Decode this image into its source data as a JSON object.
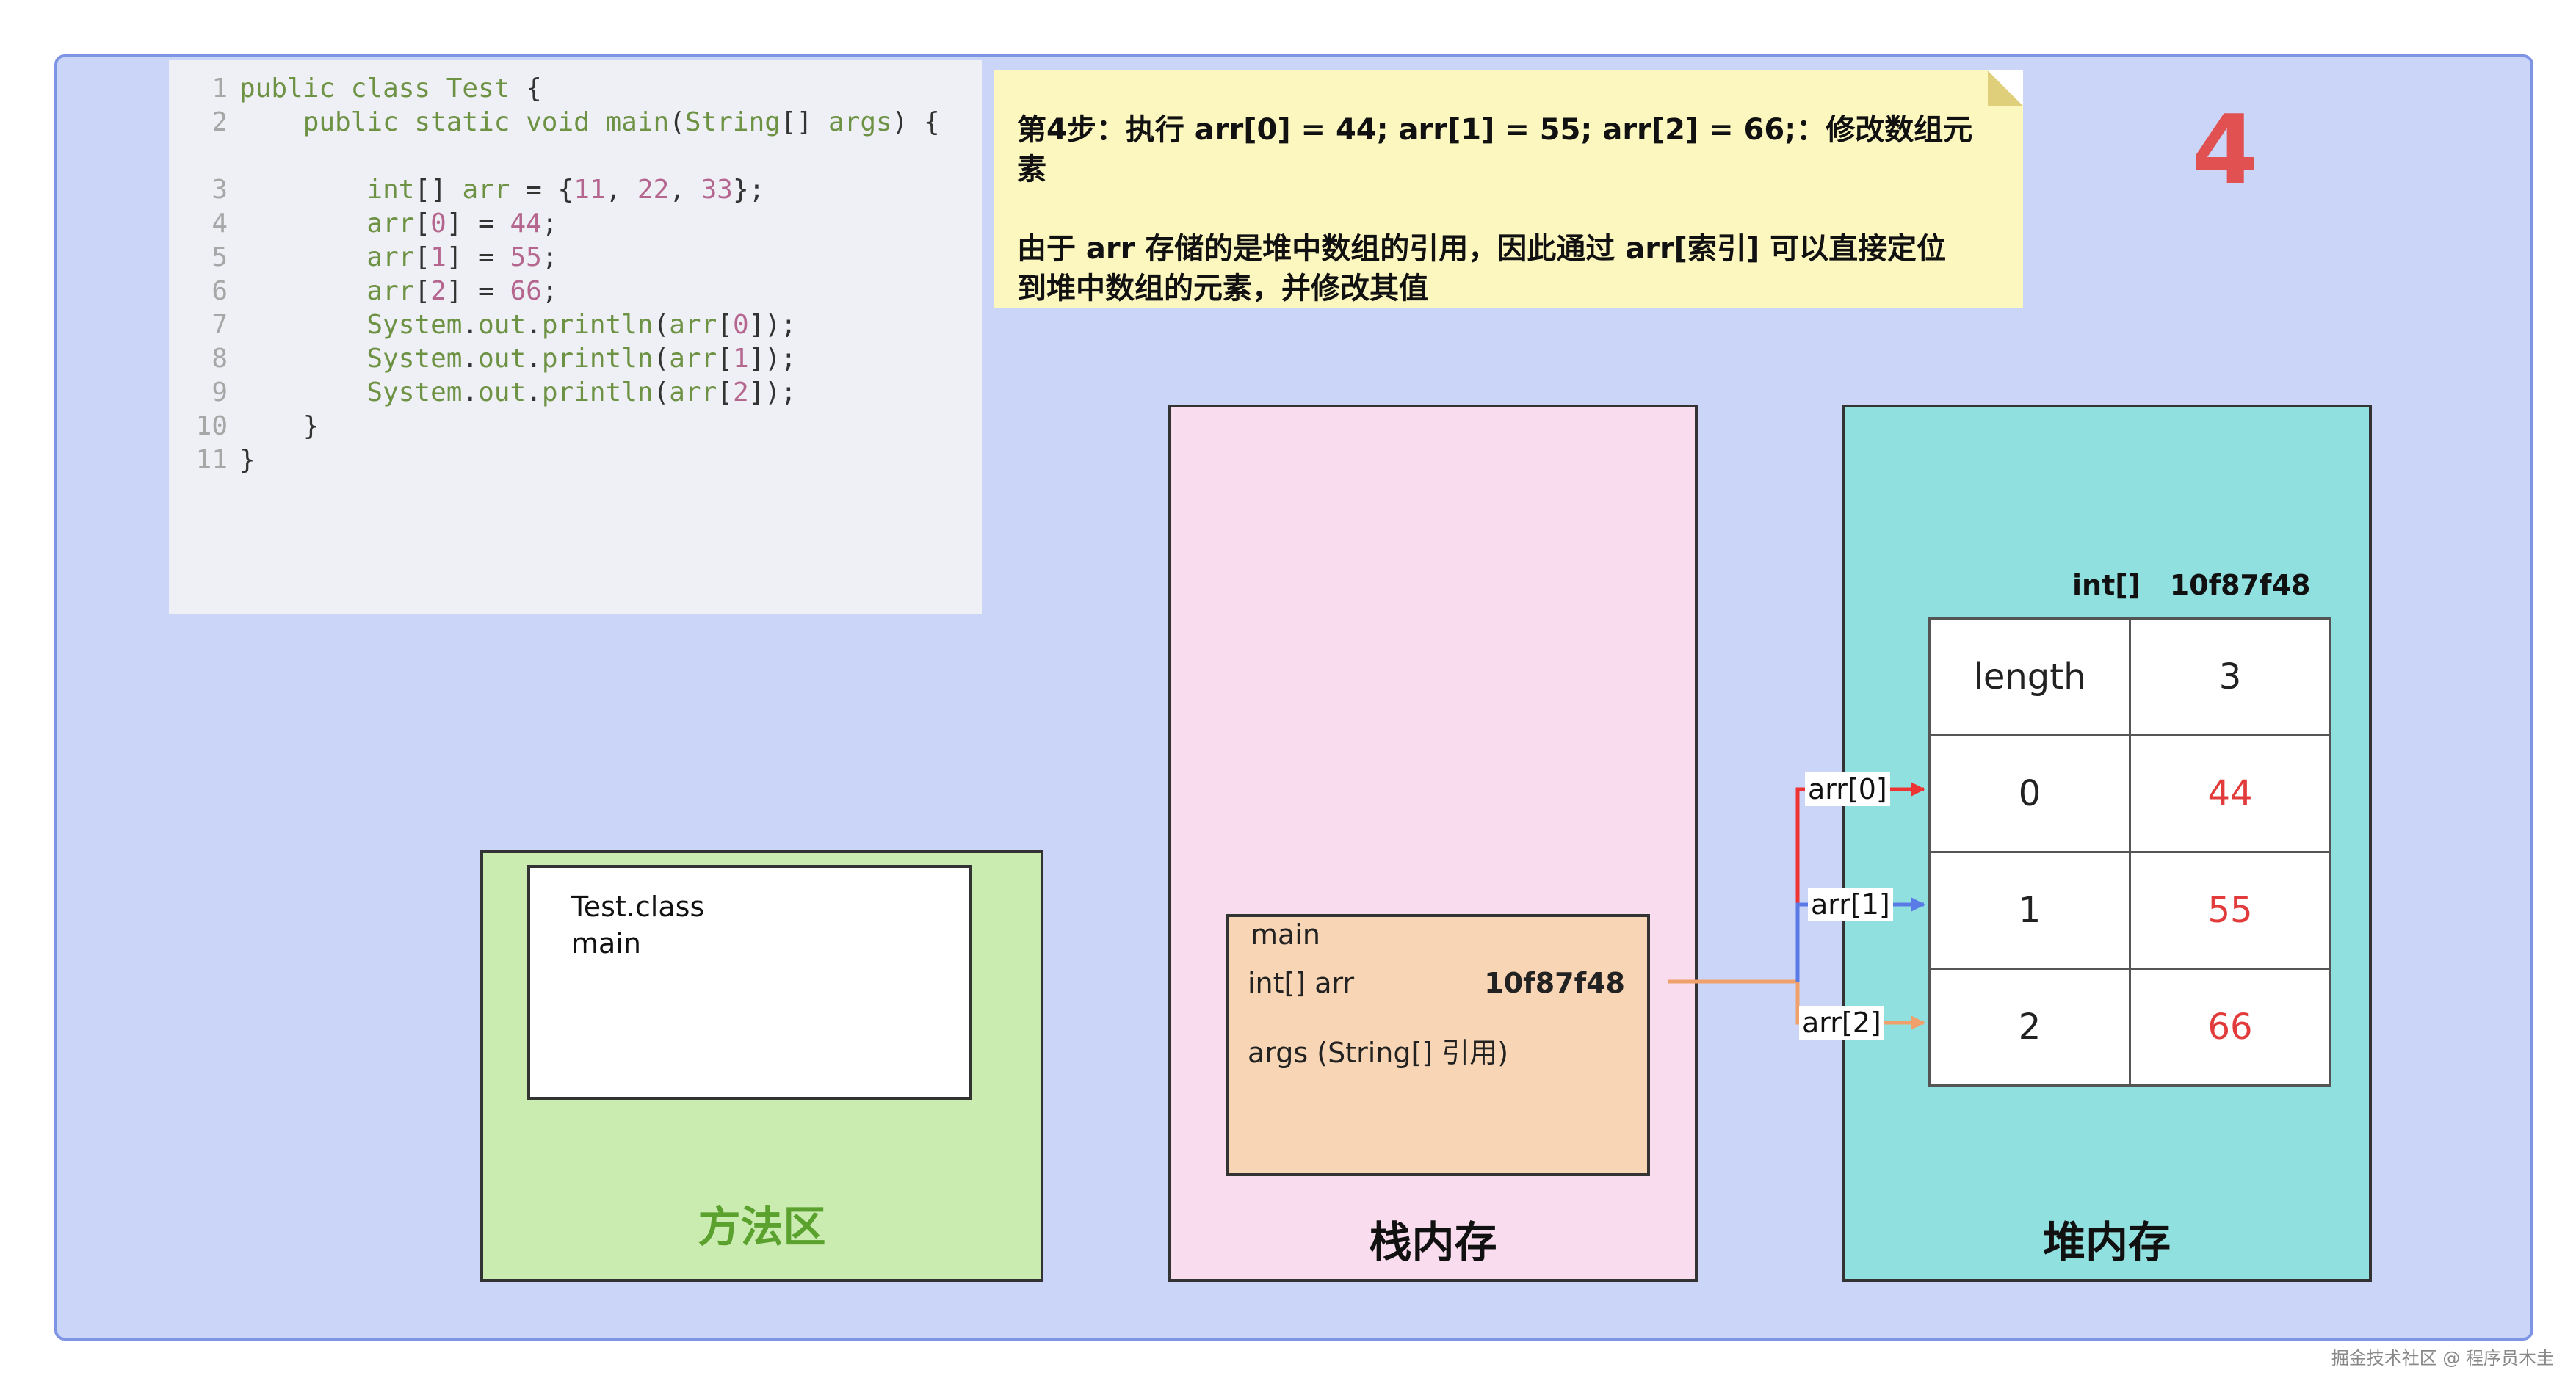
{
  "step_number": "4",
  "code": {
    "lines": [
      {
        "n": "1",
        "parts": [
          {
            "t": "public class Test ",
            "c": "kw"
          },
          {
            "t": "{",
            "c": "tx"
          }
        ]
      },
      {
        "n": "2",
        "parts": [
          {
            "t": "    public static void ",
            "c": "kw"
          },
          {
            "t": "main",
            "c": "kw"
          },
          {
            "t": "(",
            "c": "tx"
          },
          {
            "t": "String",
            "c": "kw"
          },
          {
            "t": "[] ",
            "c": "tx"
          },
          {
            "t": "args",
            "c": "kw"
          },
          {
            "t": ") {",
            "c": "tx"
          }
        ]
      },
      {
        "n": "",
        "parts": []
      },
      {
        "n": "3",
        "parts": [
          {
            "t": "        int",
            "c": "kw"
          },
          {
            "t": "[] ",
            "c": "tx"
          },
          {
            "t": "arr",
            "c": "kw"
          },
          {
            "t": " = {",
            "c": "tx"
          },
          {
            "t": "11",
            "c": "nm"
          },
          {
            "t": ", ",
            "c": "tx"
          },
          {
            "t": "22",
            "c": "nm"
          },
          {
            "t": ", ",
            "c": "tx"
          },
          {
            "t": "33",
            "c": "nm"
          },
          {
            "t": "};",
            "c": "tx"
          }
        ]
      },
      {
        "n": "4",
        "parts": [
          {
            "t": "        arr",
            "c": "kw"
          },
          {
            "t": "[",
            "c": "tx"
          },
          {
            "t": "0",
            "c": "nm"
          },
          {
            "t": "] = ",
            "c": "tx"
          },
          {
            "t": "44",
            "c": "nm"
          },
          {
            "t": ";",
            "c": "tx"
          }
        ]
      },
      {
        "n": "5",
        "parts": [
          {
            "t": "        arr",
            "c": "kw"
          },
          {
            "t": "[",
            "c": "tx"
          },
          {
            "t": "1",
            "c": "nm"
          },
          {
            "t": "] = ",
            "c": "tx"
          },
          {
            "t": "55",
            "c": "nm"
          },
          {
            "t": ";",
            "c": "tx"
          }
        ]
      },
      {
        "n": "6",
        "parts": [
          {
            "t": "        arr",
            "c": "kw"
          },
          {
            "t": "[",
            "c": "tx"
          },
          {
            "t": "2",
            "c": "nm"
          },
          {
            "t": "] = ",
            "c": "tx"
          },
          {
            "t": "66",
            "c": "nm"
          },
          {
            "t": ";",
            "c": "tx"
          }
        ]
      },
      {
        "n": "7",
        "parts": [
          {
            "t": "        System",
            "c": "kw"
          },
          {
            "t": ".",
            "c": "tx"
          },
          {
            "t": "out",
            "c": "kw"
          },
          {
            "t": ".",
            "c": "tx"
          },
          {
            "t": "println",
            "c": "kw"
          },
          {
            "t": "(",
            "c": "tx"
          },
          {
            "t": "arr",
            "c": "kw"
          },
          {
            "t": "[",
            "c": "tx"
          },
          {
            "t": "0",
            "c": "nm"
          },
          {
            "t": "]);",
            "c": "tx"
          }
        ]
      },
      {
        "n": "8",
        "parts": [
          {
            "t": "        System",
            "c": "kw"
          },
          {
            "t": ".",
            "c": "tx"
          },
          {
            "t": "out",
            "c": "kw"
          },
          {
            "t": ".",
            "c": "tx"
          },
          {
            "t": "println",
            "c": "kw"
          },
          {
            "t": "(",
            "c": "tx"
          },
          {
            "t": "arr",
            "c": "kw"
          },
          {
            "t": "[",
            "c": "tx"
          },
          {
            "t": "1",
            "c": "nm"
          },
          {
            "t": "]);",
            "c": "tx"
          }
        ]
      },
      {
        "n": "9",
        "parts": [
          {
            "t": "        System",
            "c": "kw"
          },
          {
            "t": ".",
            "c": "tx"
          },
          {
            "t": "out",
            "c": "kw"
          },
          {
            "t": ".",
            "c": "tx"
          },
          {
            "t": "println",
            "c": "kw"
          },
          {
            "t": "(",
            "c": "tx"
          },
          {
            "t": "arr",
            "c": "kw"
          },
          {
            "t": "[",
            "c": "tx"
          },
          {
            "t": "2",
            "c": "nm"
          },
          {
            "t": "]);",
            "c": "tx"
          }
        ]
      },
      {
        "n": "10",
        "parts": [
          {
            "t": "    }",
            "c": "tx"
          }
        ]
      },
      {
        "n": "11",
        "parts": [
          {
            "t": "}",
            "c": "tx"
          }
        ]
      }
    ]
  },
  "note": {
    "title": "第4步：执行 arr[0] = 44; arr[1] = 55; arr[2] = 66;：修改数组元素",
    "body_line1": "由于 arr 存储的是堆中数组的引用，因此通过 arr[索引] 可以直接定位",
    "body_line2": "到堆中数组的元素，并修改其值"
  },
  "method_area": {
    "title": "方法区",
    "title_color": "#5aa12e",
    "line1": "Test.class",
    "line2": "main"
  },
  "stack": {
    "title": "栈内存",
    "frame_name": "main",
    "var_label": "int[] arr",
    "var_value": "10f87f48",
    "args_label": "args (String[] 引用)"
  },
  "heap": {
    "title": "堆内存",
    "type_label": "int[]",
    "address": "10f87f48",
    "rows": [
      {
        "key": "length",
        "value": "3",
        "highlight": false
      },
      {
        "key": "0",
        "value": "44",
        "highlight": true
      },
      {
        "key": "1",
        "value": "55",
        "highlight": true
      },
      {
        "key": "2",
        "value": "66",
        "highlight": true
      }
    ]
  },
  "references": [
    {
      "label": "arr[0]",
      "color": "#ee3333"
    },
    {
      "label": "arr[1]",
      "color": "#5a7be6"
    },
    {
      "label": "arr[2]",
      "color": "#f0a06a"
    }
  ],
  "watermark": "掘金技术社区 @ 程序员木圭"
}
